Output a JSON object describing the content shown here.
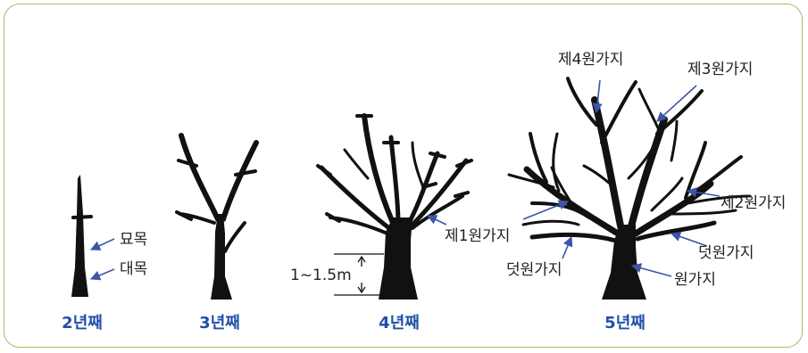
{
  "colors": {
    "frame": "#9dc35a",
    "year_label": "#1f4fa8",
    "arrow": "#3b56a8",
    "tree": "#111111"
  },
  "stages": [
    {
      "year": "2년째"
    },
    {
      "year": "3년째"
    },
    {
      "year": "4년째"
    },
    {
      "year": "5년째"
    }
  ],
  "labels": {
    "seedling": "묘목",
    "trunk": "대목",
    "height": "1~1.5m",
    "first_main_branch": "제1원가지",
    "second_main_branch": "제2원가지",
    "third_main_branch": "제3원가지",
    "fourth_main_branch": "제4원가지",
    "sub_branch_left": "덧원가지",
    "sub_branch_right": "덧원가지",
    "main_branch": "원가지"
  }
}
